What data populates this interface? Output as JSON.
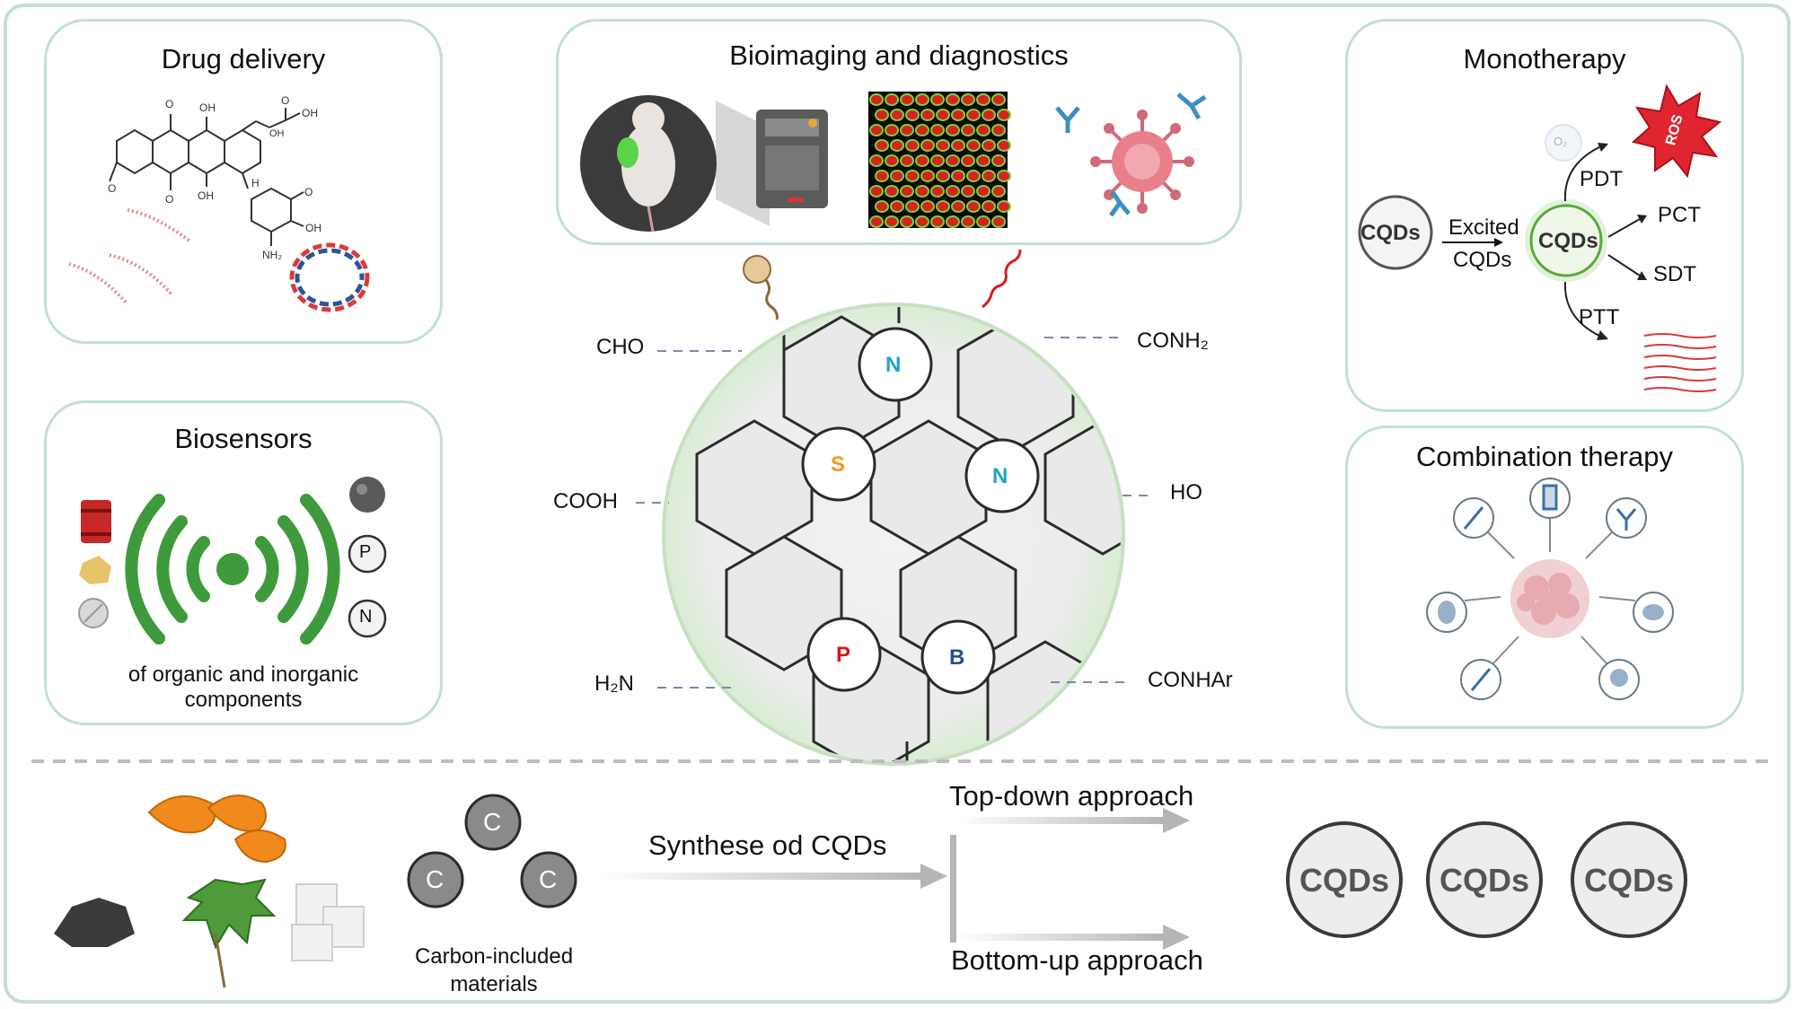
{
  "panels": {
    "drug_delivery": {
      "title": "Drug delivery"
    },
    "bioimaging": {
      "title": "Bioimaging and diagnostics"
    },
    "biosensors": {
      "title": "Biosensors",
      "caption_line1": "of  organic and inorganic",
      "caption_line2": "components",
      "atoms": [
        "P",
        "N"
      ]
    },
    "monotherapy": {
      "title": "Monotherapy",
      "cqds": "CQDs",
      "excited_line1": "Excited",
      "excited_line2": "CQDs",
      "cqds_excited": "CQDs",
      "pdt": "PDT",
      "pct": "PCT",
      "sdt": "SDT",
      "ptt": "PTT",
      "ros": "ROS",
      "o2": "O₂"
    },
    "combination": {
      "title": "Combination therapy"
    }
  },
  "molecule": {
    "heteroatoms": [
      "N",
      "S",
      "N",
      "P",
      "B"
    ],
    "groups": {
      "cho": "CHO",
      "conh2": "CONH₂",
      "cooh": "COOH",
      "ho": "HO",
      "h2n": "H₂N",
      "conhar": "CONHAr"
    }
  },
  "drug_structure": {
    "o1": "O",
    "oh1": "OH",
    "o2": "O",
    "oh2": "OH",
    "oh3": "OH",
    "o3": "O",
    "oh4": "OH",
    "h": "H",
    "o4": "O",
    "o5": "O",
    "oh5": "OH",
    "nh2": "NH₂"
  },
  "synthesis": {
    "carbon_atoms": [
      "C",
      "C",
      "C"
    ],
    "carbon_label_line1": "Carbon-included",
    "carbon_label_line2": "materials",
    "arrow_label": "Synthese od CQDs",
    "top_down": "Top-down approach",
    "bottom_up": "Bottom-up approach",
    "products": [
      "CQDs",
      "CQDs",
      "CQDs"
    ]
  },
  "colors": {
    "panel_border": "#bfe0d6",
    "green_signal": "#3f9a3c",
    "red_atom": "#d8141c",
    "cyan_atom": "#1ea4c8",
    "orange_atom": "#f29a1e",
    "blue_atom": "#2a4d8f",
    "ros": "#e02430"
  }
}
